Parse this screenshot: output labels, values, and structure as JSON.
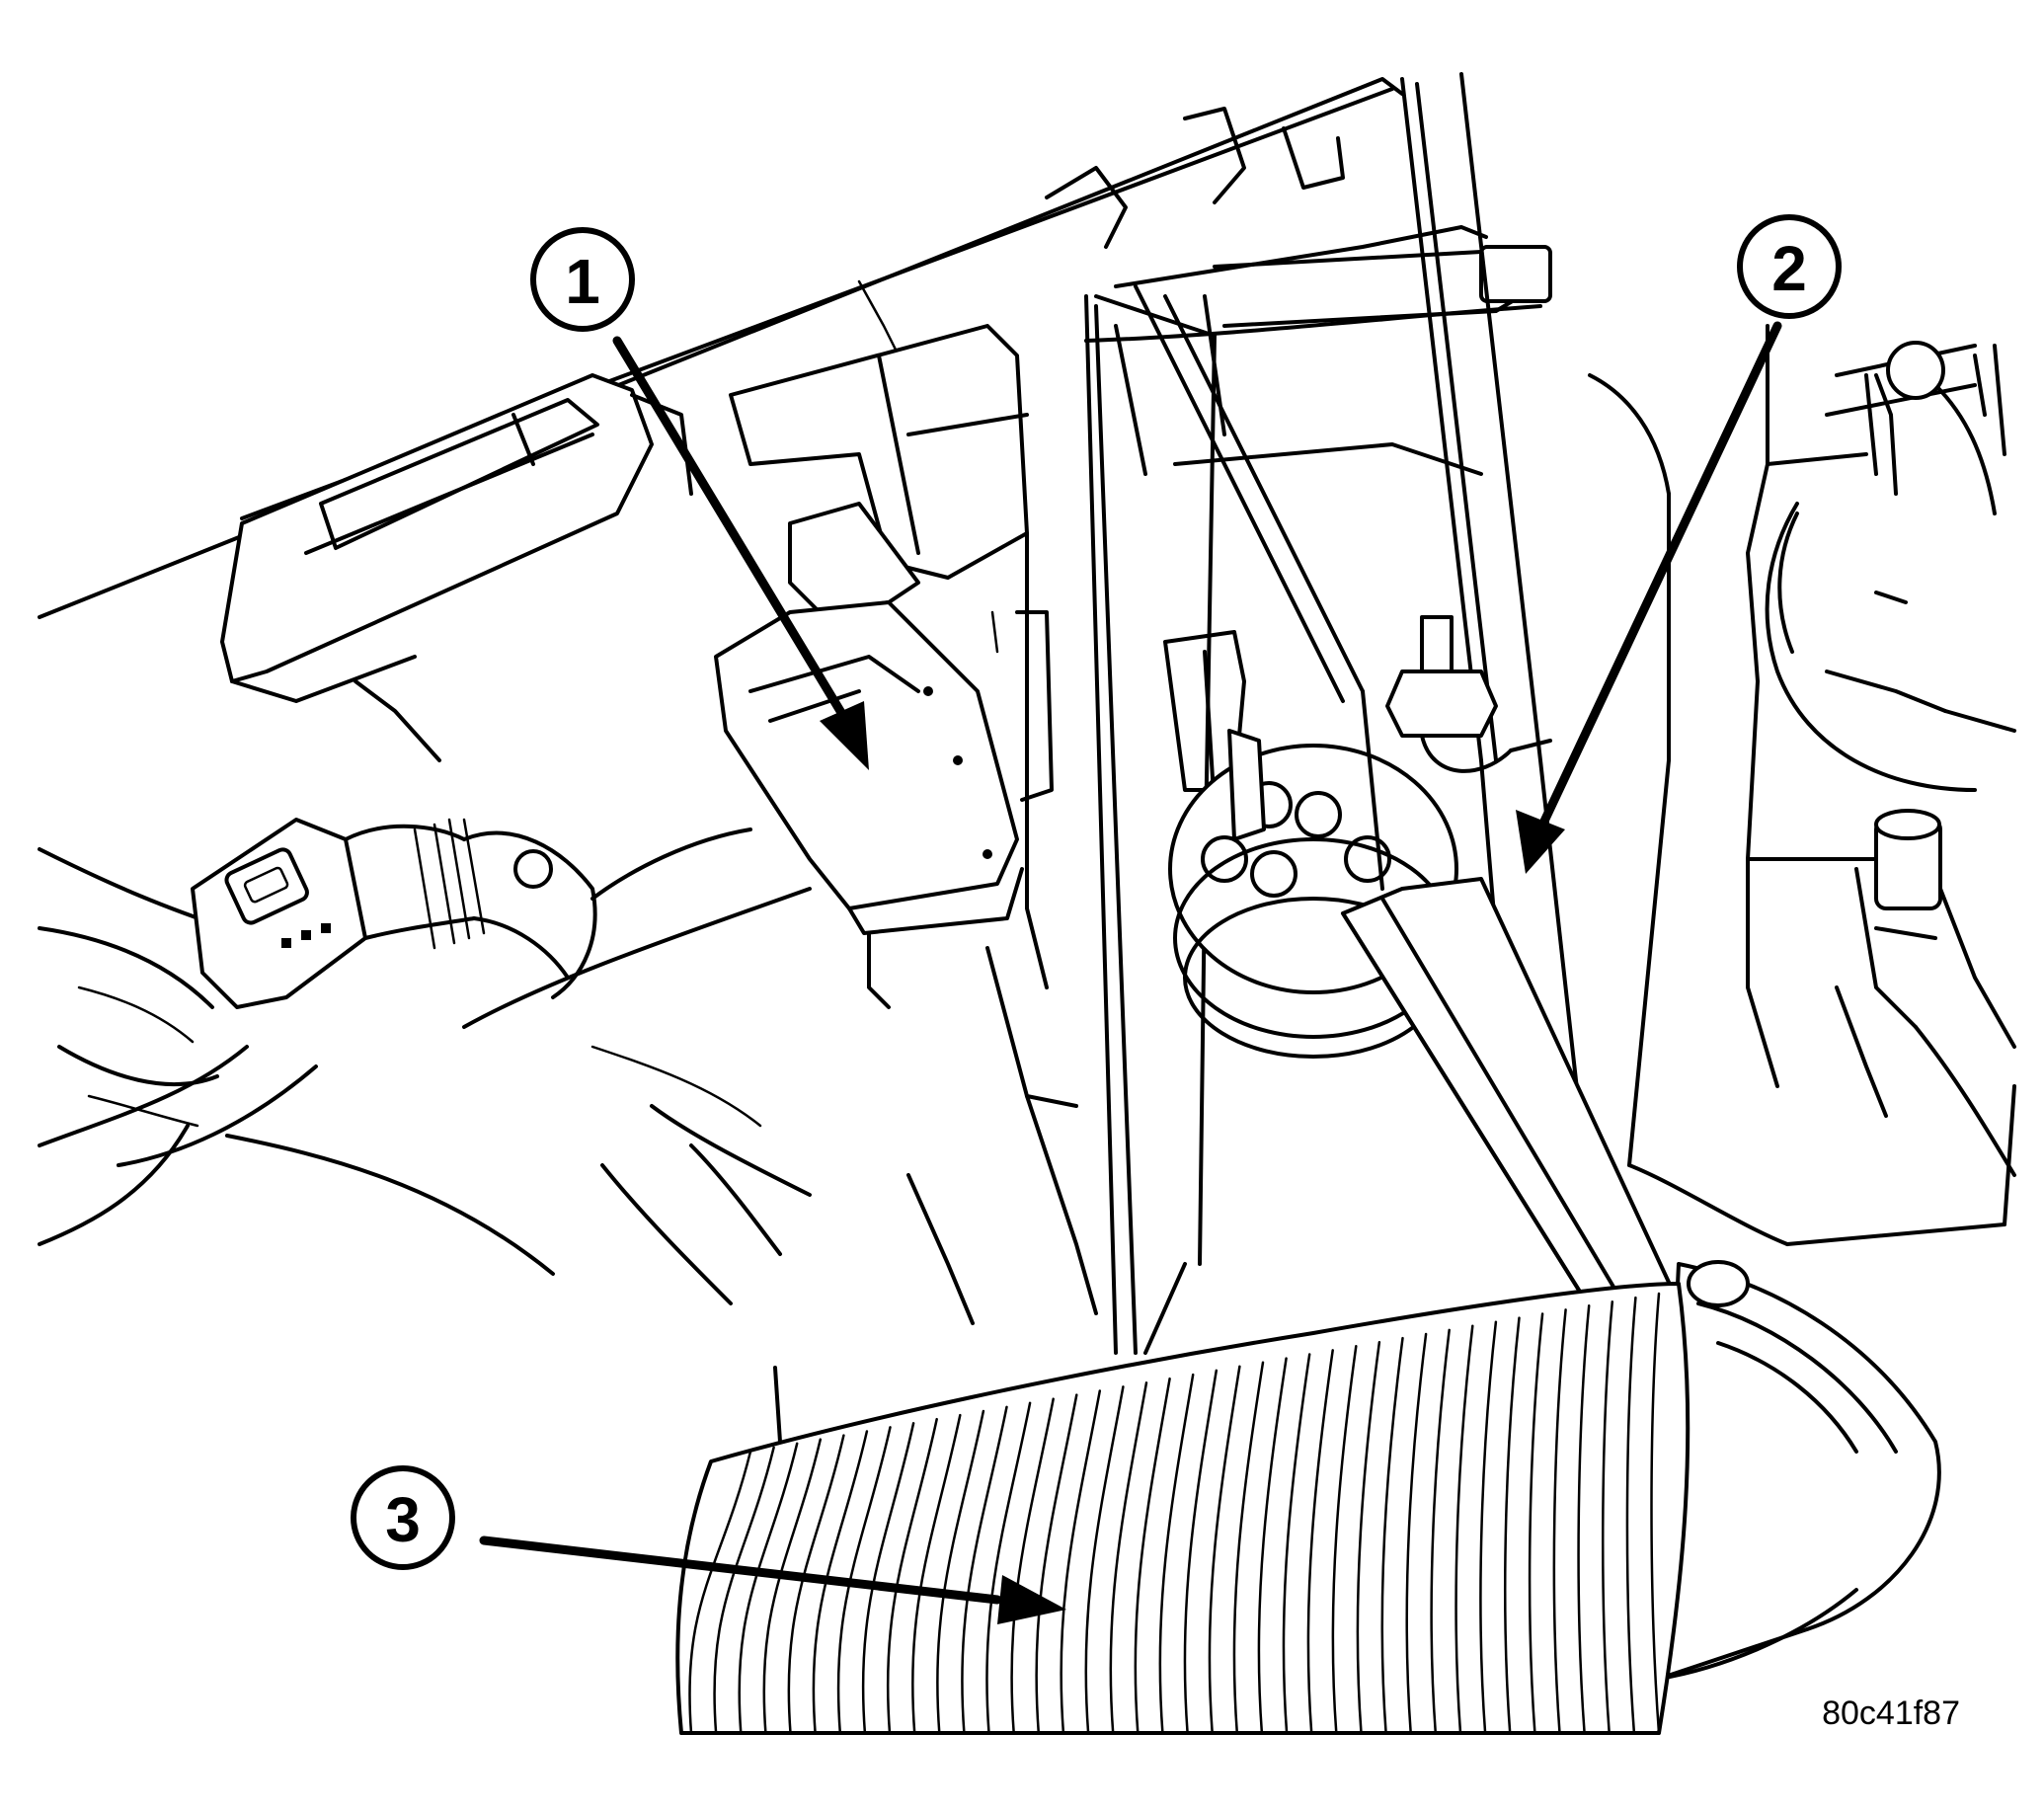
{
  "callouts": [
    {
      "id": "1",
      "label": "1"
    },
    {
      "id": "2",
      "label": "2"
    },
    {
      "id": "3",
      "label": "3"
    }
  ],
  "figure_id": "80c41f87",
  "colors": {
    "line": "#000000",
    "background": "#ffffff"
  }
}
